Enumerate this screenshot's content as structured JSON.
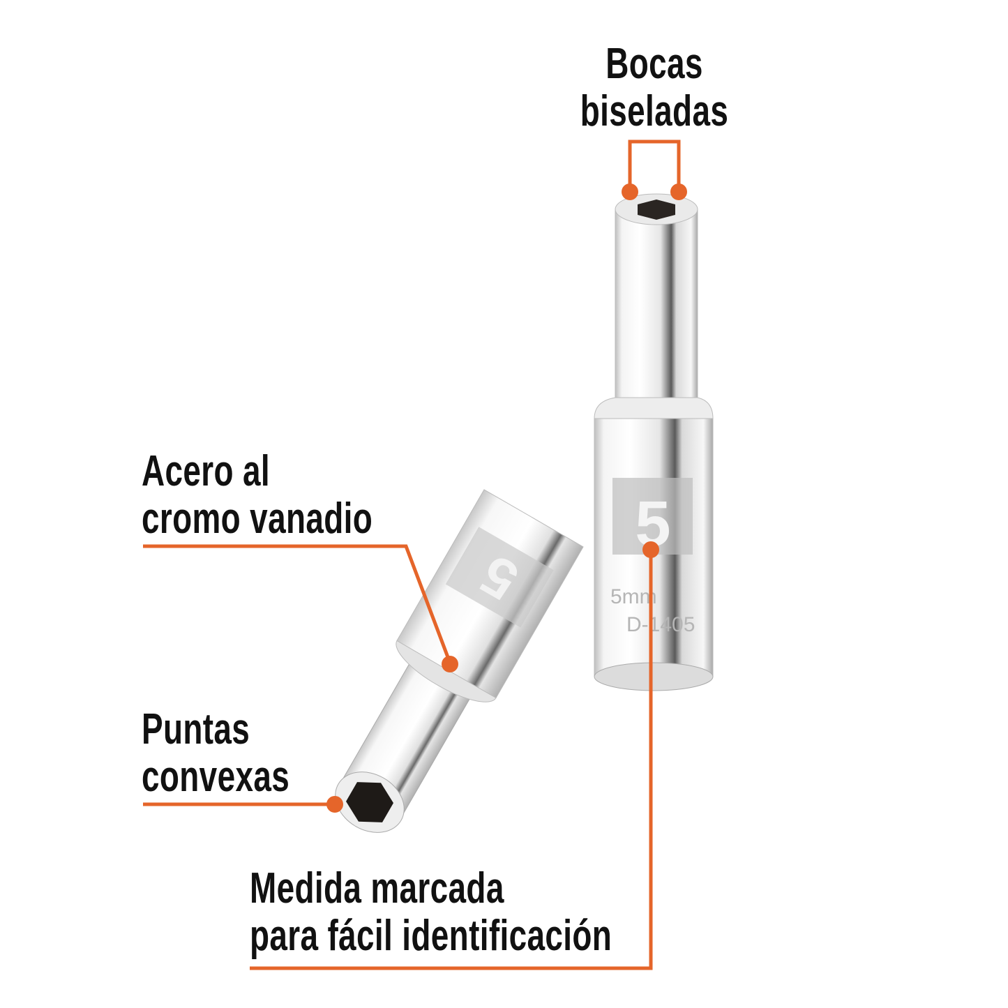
{
  "colors": {
    "accent": "#E5652A",
    "text": "#111111",
    "background": "#FFFFFF"
  },
  "callouts": {
    "bocas": {
      "line1": "Bocas",
      "line2": "biseladas"
    },
    "acero": {
      "line1": "Acero al",
      "line2": "cromo vanadio"
    },
    "puntas": {
      "line1": "Puntas",
      "line2": "convexas"
    },
    "medida": {
      "line1": "Medida marcada",
      "line2": "para fácil identificación"
    }
  },
  "product": {
    "size_mark": "5",
    "engraving_size": "5mm",
    "engraving_model": "D-1405"
  }
}
